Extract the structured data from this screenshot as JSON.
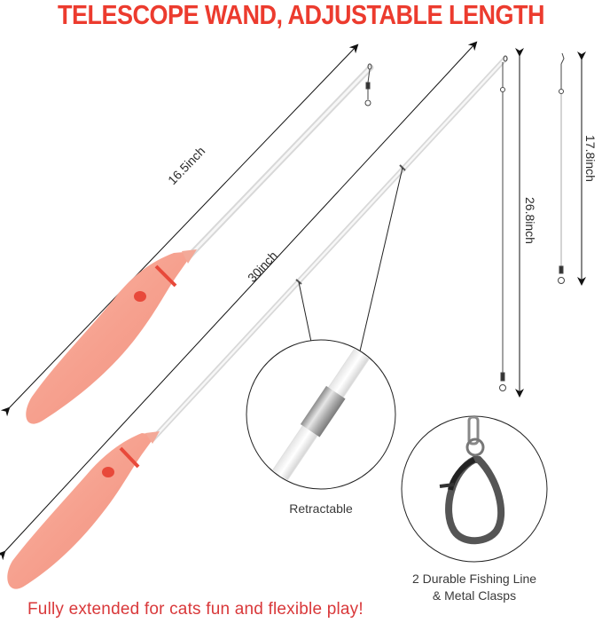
{
  "header": {
    "title": "TELESCOPE WAND, ADJUSTABLE LENGTH"
  },
  "measurements": {
    "short_wand": "16.5inch",
    "long_wand": "30inch",
    "fishing_line_long": "26.8inch",
    "fishing_line_short": "17.8inch"
  },
  "callouts": {
    "retractable": "Retractable",
    "clasp_line1": "2 Durable Fishing Line",
    "clasp_line2": "& Metal Clasps"
  },
  "footer": {
    "tagline": "Fully extended for cats fun and flexible play!"
  },
  "colors": {
    "title_red": "#ec3b2e",
    "handle_pink": "#f6a08e",
    "handle_band": "#e8493a",
    "footer_red": "#d9383a"
  }
}
